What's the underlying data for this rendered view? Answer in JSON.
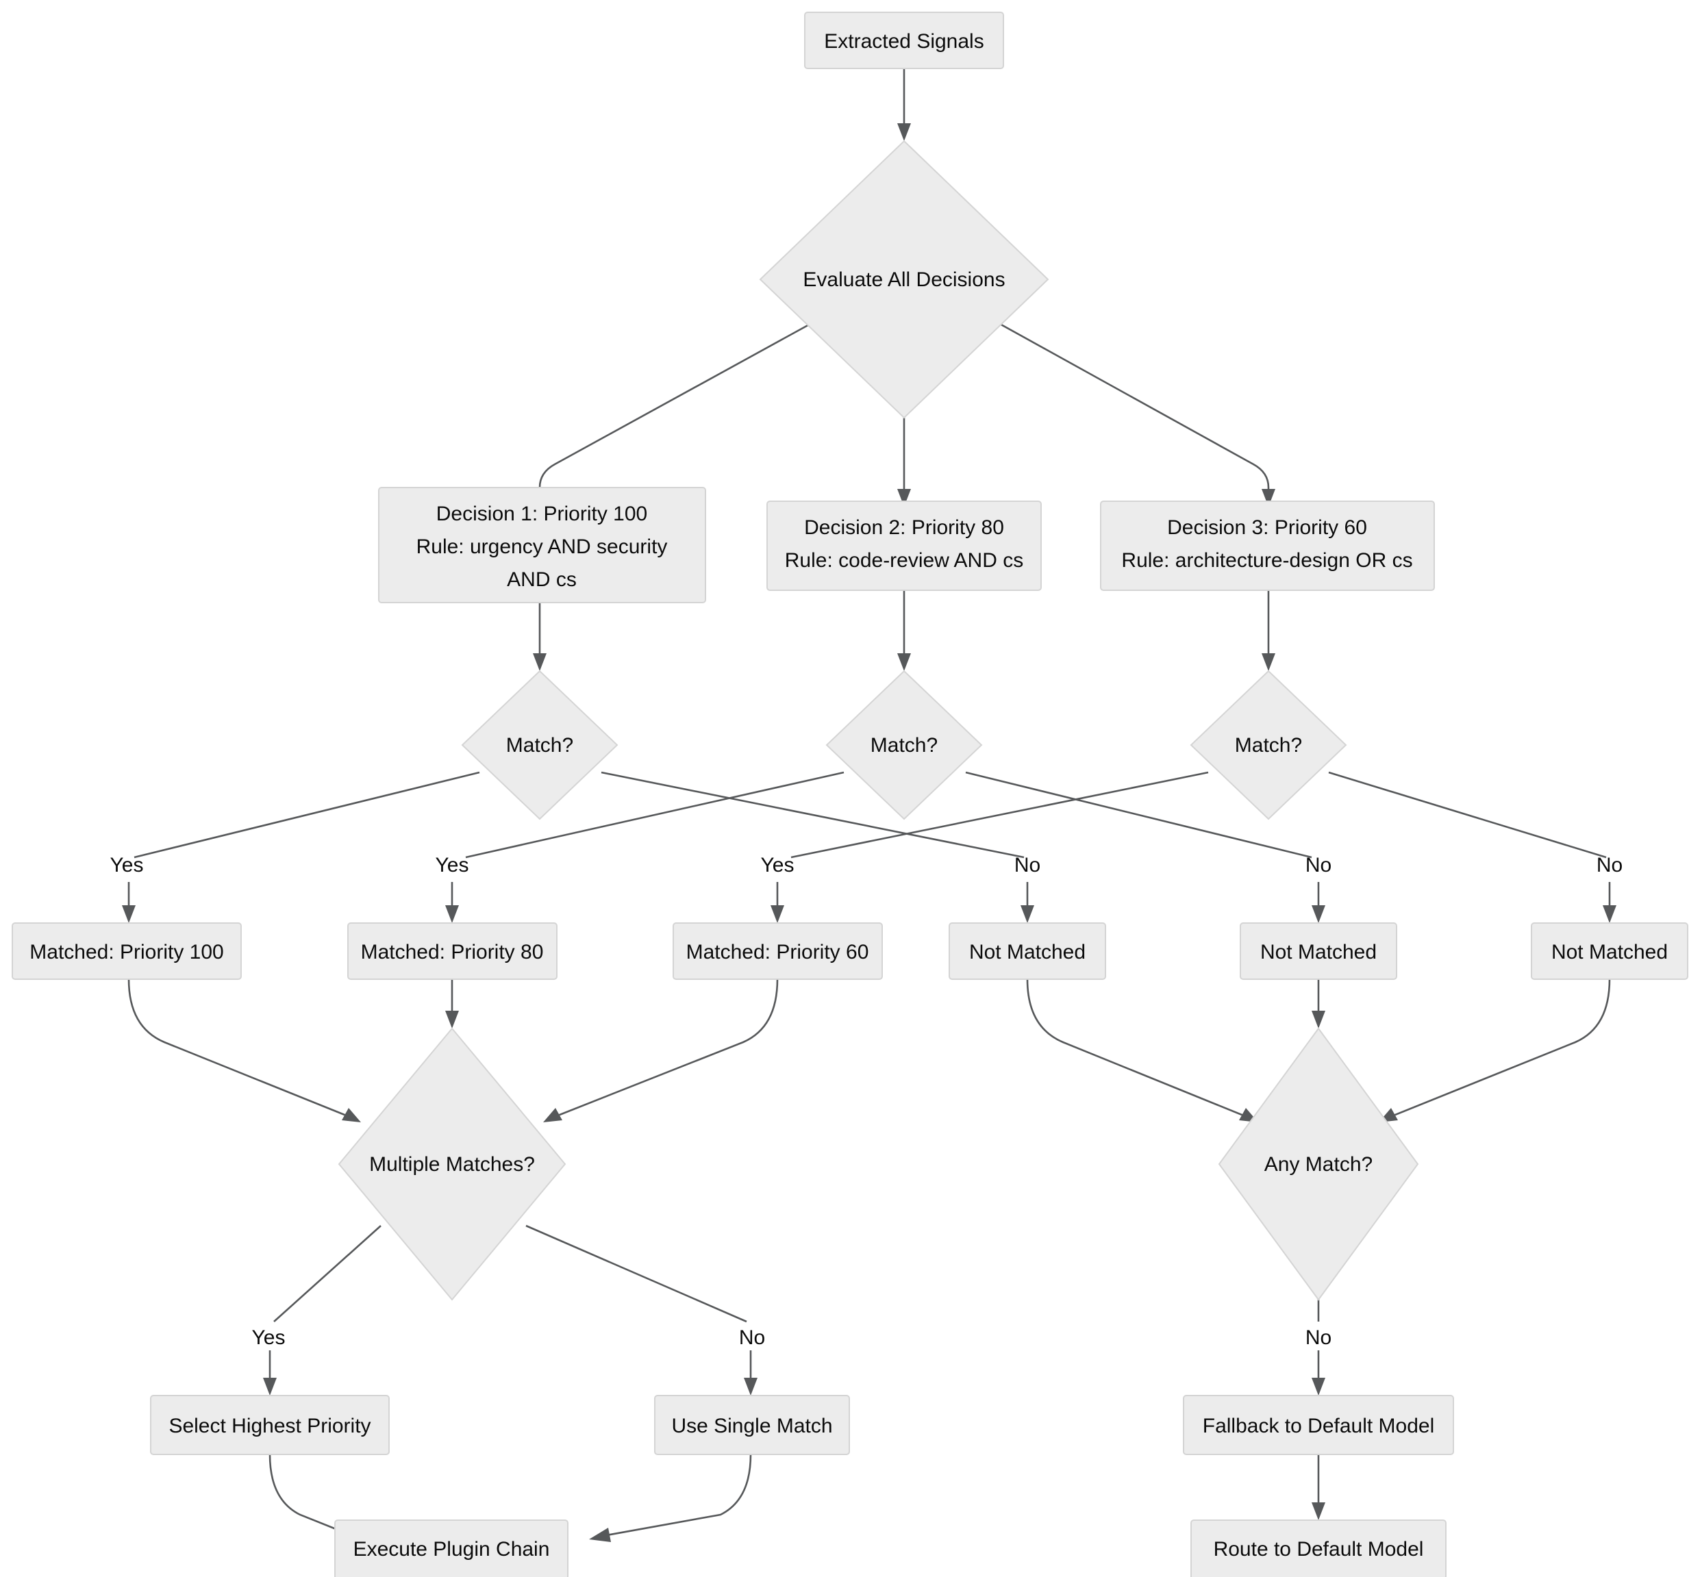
{
  "diagram": {
    "title": "Decision Evaluation and Routing Flowchart",
    "type": "flowchart",
    "direction": "top-down",
    "colors": {
      "node_fill": "#ececec",
      "node_stroke": "#d4d4d4",
      "edge_stroke": "#56585a",
      "text": "#0b0b0b",
      "background": "#ffffff"
    },
    "nodes": {
      "extracted_signals": "Extracted Signals",
      "evaluate_all": "Evaluate All Decisions",
      "decision1_line1": "Decision 1: Priority 100",
      "decision1_line2": "Rule: urgency AND security",
      "decision1_line3": "AND cs",
      "decision2_line1": "Decision 2: Priority 80",
      "decision2_line2": "Rule: code-review AND cs",
      "decision3_line1": "Decision 3: Priority 60",
      "decision3_line2": "Rule: architecture-design OR cs",
      "match1": "Match?",
      "match2": "Match?",
      "match3": "Match?",
      "matched_100": "Matched: Priority 100",
      "matched_80": "Matched: Priority 80",
      "matched_60": "Matched: Priority 60",
      "not_matched_1": "Not Matched",
      "not_matched_2": "Not Matched",
      "not_matched_3": "Not Matched",
      "multiple_matches": "Multiple Matches?",
      "any_match": "Any Match?",
      "select_highest": "Select Highest Priority",
      "use_single": "Use Single Match",
      "fallback_default": "Fallback to Default Model",
      "execute_plugin_chain": "Execute Plugin Chain",
      "route_default": "Route to Default Model"
    },
    "edge_labels": {
      "match1_yes": "Yes",
      "match2_yes": "Yes",
      "match3_yes": "Yes",
      "match1_no": "No",
      "match2_no": "No",
      "match3_no": "No",
      "multiple_yes": "Yes",
      "multiple_no": "No",
      "any_match_no": "No"
    }
  }
}
